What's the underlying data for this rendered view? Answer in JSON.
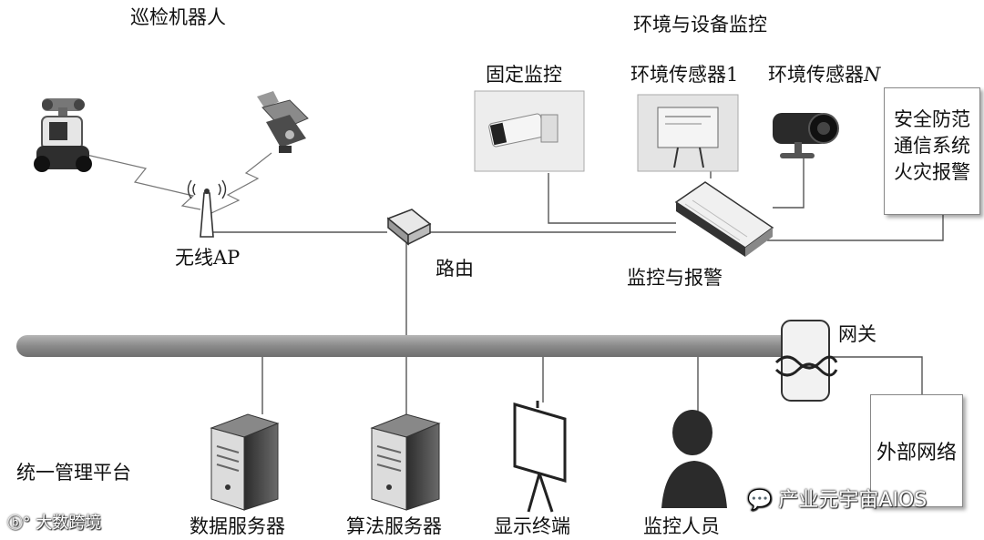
{
  "labels": {
    "patrol_robot": "巡检机器人",
    "env_monitor": "环境与设备监控",
    "fixed_monitor": "固定监控",
    "sensor_1": "环境传感器1",
    "sensor_n_prefix": "环境传感器",
    "sensor_n_suffix": "N",
    "security_lines": [
      "安全防范",
      "通信系统",
      "火灾报警"
    ],
    "wireless_ap": "无线AP",
    "router": "路由",
    "monitor_alarm": "监控与报警",
    "gateway": "网关",
    "external_network": "外部网络",
    "platform": "统一管理平台",
    "data_server": "数据服务器",
    "algo_server": "算法服务器",
    "display": "显示终端",
    "personnel": "监控人员"
  },
  "watermarks": {
    "bottom_left": "大数跨境",
    "bottom_right": "产业元宇宙AIOS"
  },
  "colors": {
    "bus": "#8c8c8c",
    "line": "#555555",
    "device_dark": "#3a3a3a"
  }
}
